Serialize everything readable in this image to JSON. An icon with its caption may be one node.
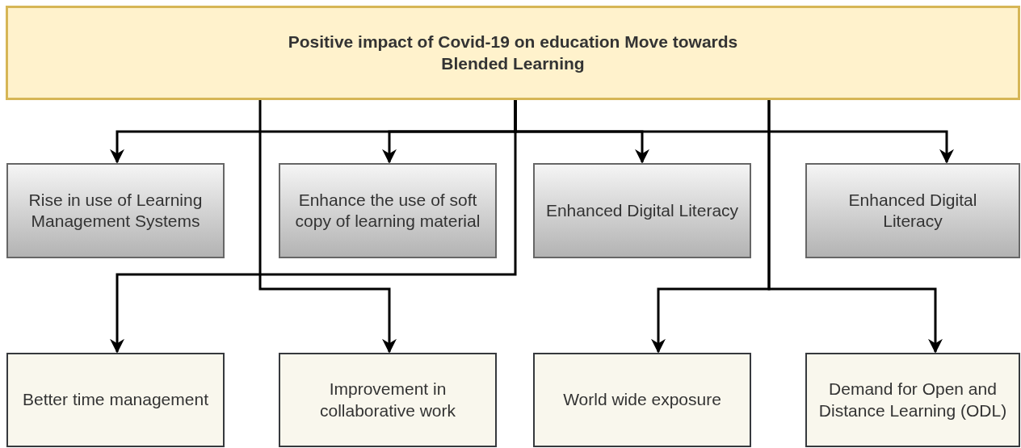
{
  "diagram": {
    "nodes": [
      {
        "text": [
          "Positive impact of Covid-19 on education Move towards Blended Learning"
        ]
      },
      {
        "text": [
          "Rise in use of Learning Management Systems"
        ]
      },
      {
        "text": [
          "Enhance the use of soft copy of learning material"
        ]
      },
      {
        "text": [
          "Enhanced Digital Literacy"
        ]
      },
      {
        "text": [
          "Enhanced Digital Literacy"
        ]
      },
      {
        "text": [
          "Better time management"
        ]
      },
      {
        "text": [
          "Improvement in collaborative work"
        ]
      },
      {
        "text": [
          "World wide exposure"
        ]
      },
      {
        "text": [
          "Demand for Open and Distance Learning (ODL)"
        ]
      }
    ],
    "edges": [
      {
        "from": 0,
        "to": 1,
        "arrow": "to"
      },
      {
        "from": 0,
        "to": 2,
        "arrow": "to"
      },
      {
        "from": 0,
        "to": 3,
        "arrow": "to"
      },
      {
        "from": 0,
        "to": 4,
        "arrow": "to"
      },
      {
        "from": 0,
        "to": 5,
        "arrow": "to"
      },
      {
        "from": 0,
        "to": 6,
        "arrow": "to"
      },
      {
        "from": 0,
        "to": 7,
        "arrow": "to"
      },
      {
        "from": 0,
        "to": 8,
        "arrow": "to"
      }
    ]
  }
}
